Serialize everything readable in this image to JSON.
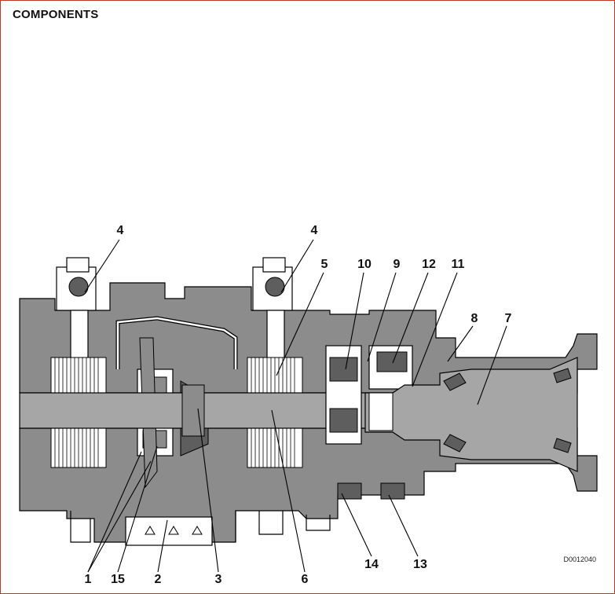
{
  "title": "COMPONENTS",
  "drawing_code": "D0012040",
  "colors": {
    "frame": "#c0392b",
    "housing": "#8c8c8c",
    "housing_dark": "#5e5e5e",
    "shaft": "#a6a6a6",
    "line": "#000000"
  },
  "callouts": [
    {
      "id": "c4a",
      "label": "4"
    },
    {
      "id": "c4b",
      "label": "4"
    },
    {
      "id": "c5",
      "label": "5"
    },
    {
      "id": "c10",
      "label": "10"
    },
    {
      "id": "c9",
      "label": "9"
    },
    {
      "id": "c12",
      "label": "12"
    },
    {
      "id": "c11",
      "label": "11"
    },
    {
      "id": "c8",
      "label": "8"
    },
    {
      "id": "c7",
      "label": "7"
    },
    {
      "id": "c1",
      "label": "1"
    },
    {
      "id": "c15",
      "label": "15"
    },
    {
      "id": "c2",
      "label": "2"
    },
    {
      "id": "c3",
      "label": "3"
    },
    {
      "id": "c6",
      "label": "6"
    },
    {
      "id": "c14",
      "label": "14"
    },
    {
      "id": "c13",
      "label": "13"
    }
  ]
}
